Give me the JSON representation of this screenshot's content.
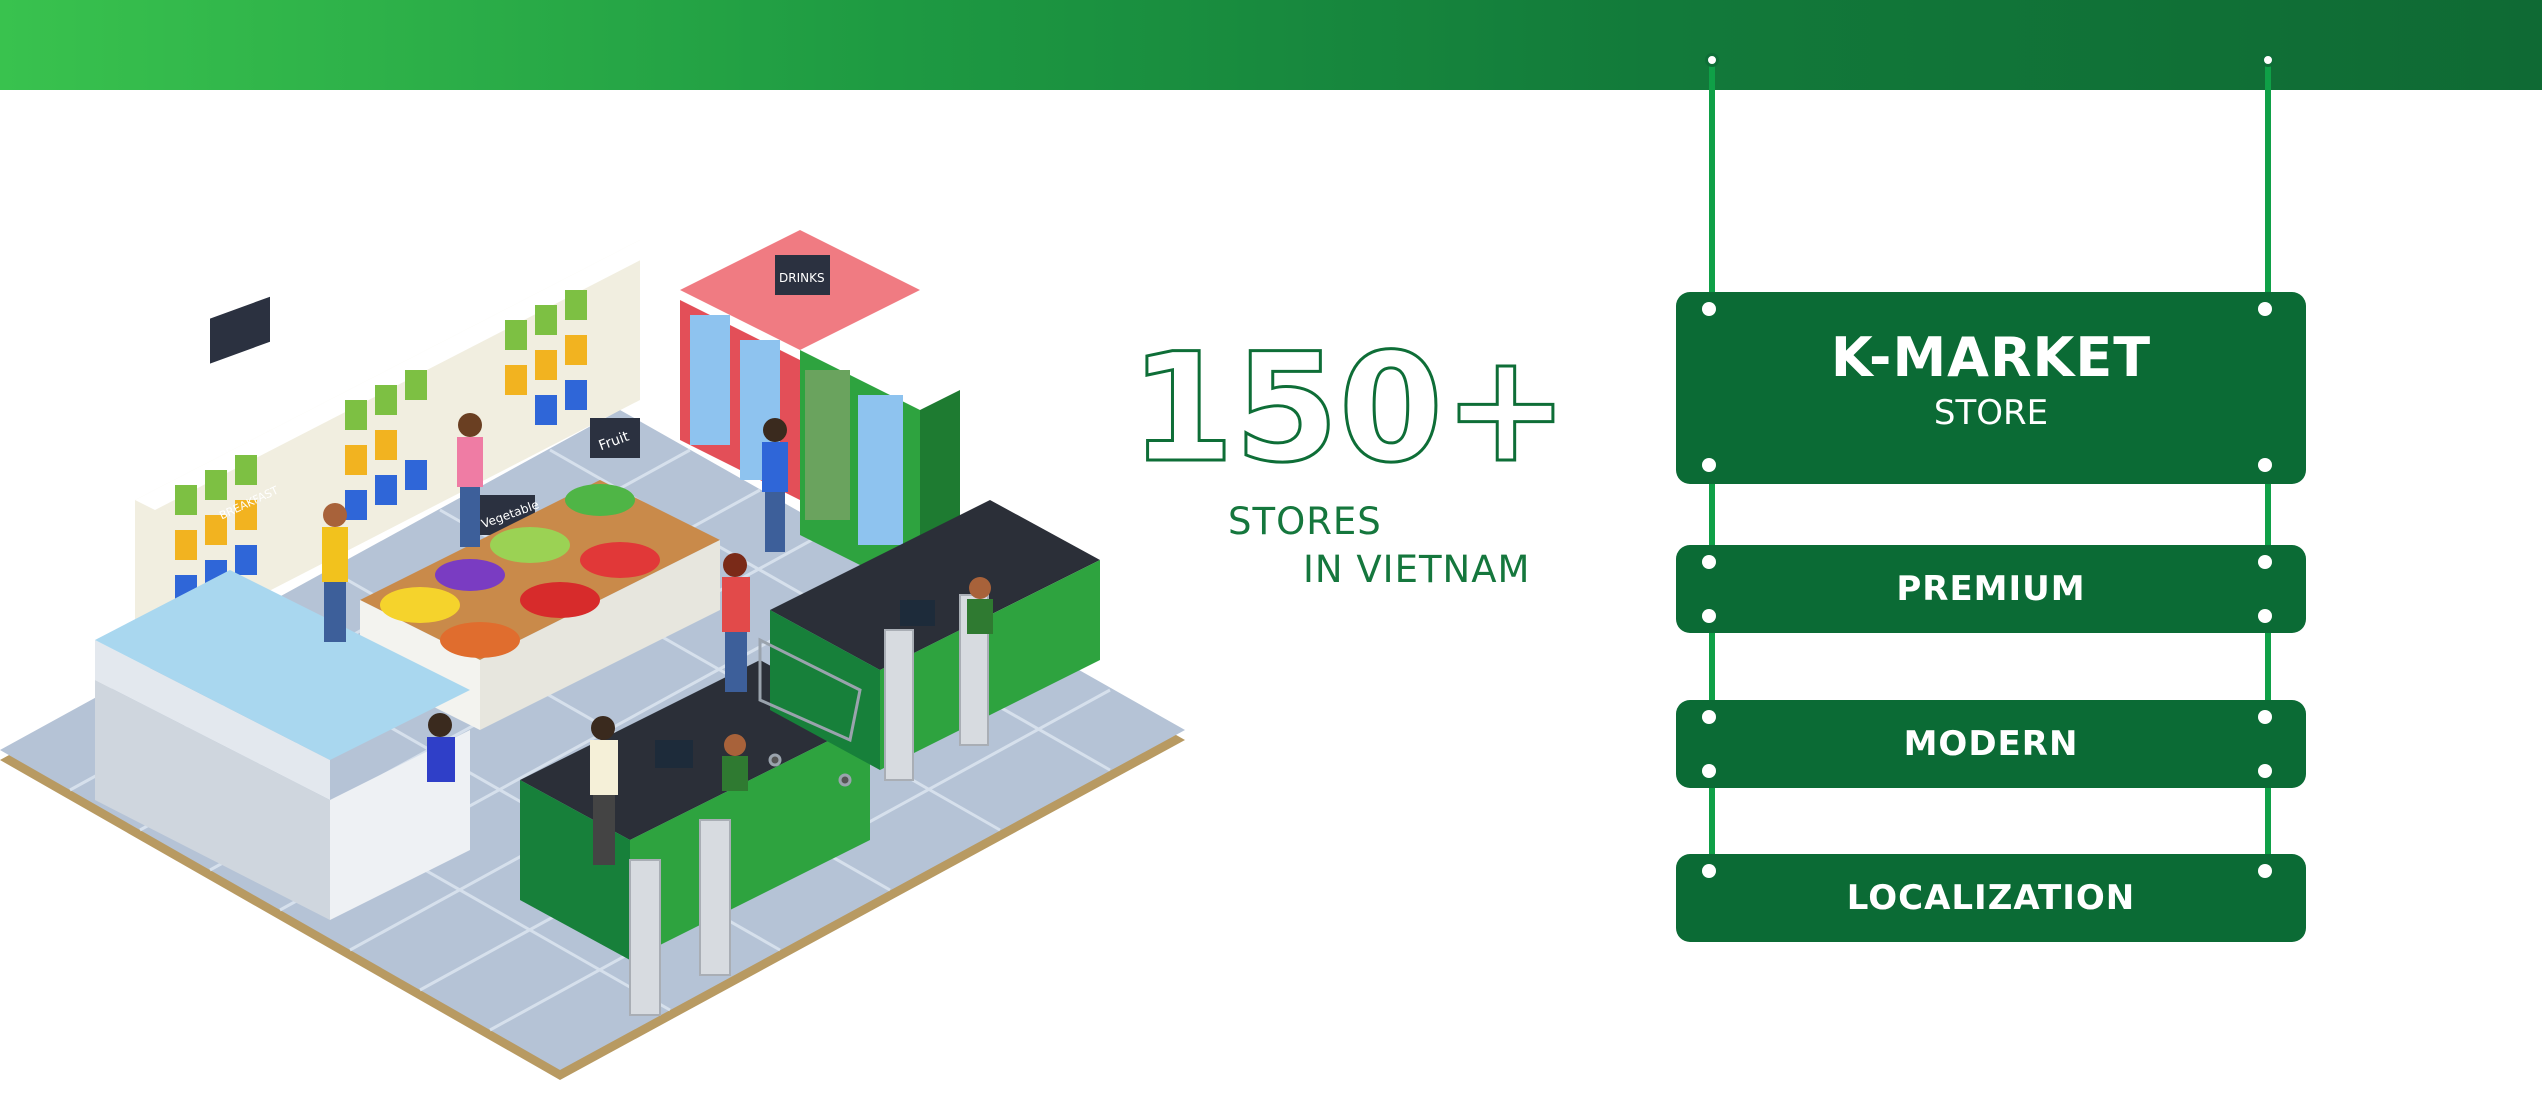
{
  "stats": {
    "number": "150+",
    "line1": "STORES",
    "line2": "IN VIETNAM"
  },
  "signs": {
    "main_title": "K-MARKET",
    "main_sub": "STORE",
    "items": [
      "PREMIUM",
      "MODERN",
      "LOCALIZATION"
    ]
  },
  "illustration": {
    "shelf_signs": [
      "BREAKFAST",
      "Vegetable",
      "Fruit",
      "DRINKS"
    ]
  },
  "colors": {
    "brand_green": "#0b6b35",
    "light_green": "#39c24e",
    "text_green": "#15773d"
  }
}
